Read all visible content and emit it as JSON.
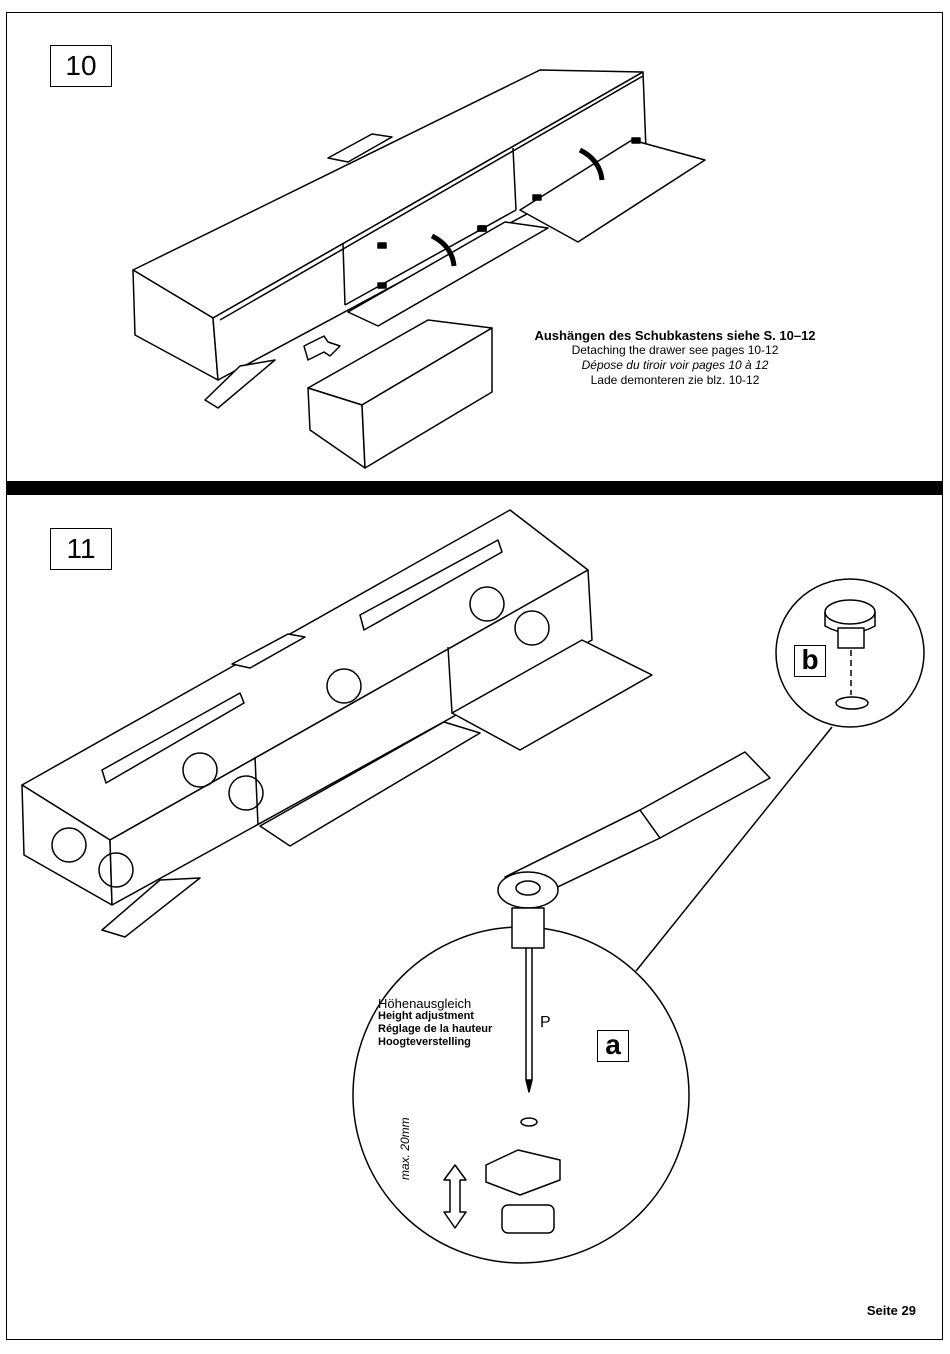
{
  "steps": {
    "first": "10",
    "second": "11"
  },
  "caption": {
    "de": "Aushängen des Schubkastens siehe S. 10–12",
    "en": "Detaching the drawer see pages 10-12",
    "fr": "Dépose du tiroir voir pages 10 à 12",
    "nl": "Lade demonteren zie blz. 10-12"
  },
  "detail_labels": {
    "a": "a",
    "b": "b"
  },
  "height_adjustment": {
    "de": "Höhenausgleich",
    "en": "Height adjustment",
    "fr": "Réglage de la hauteur",
    "nl": "Hoogteverstelling"
  },
  "tool_label": "P",
  "max_label": "max. 20mm",
  "page_number": "Seite 29"
}
